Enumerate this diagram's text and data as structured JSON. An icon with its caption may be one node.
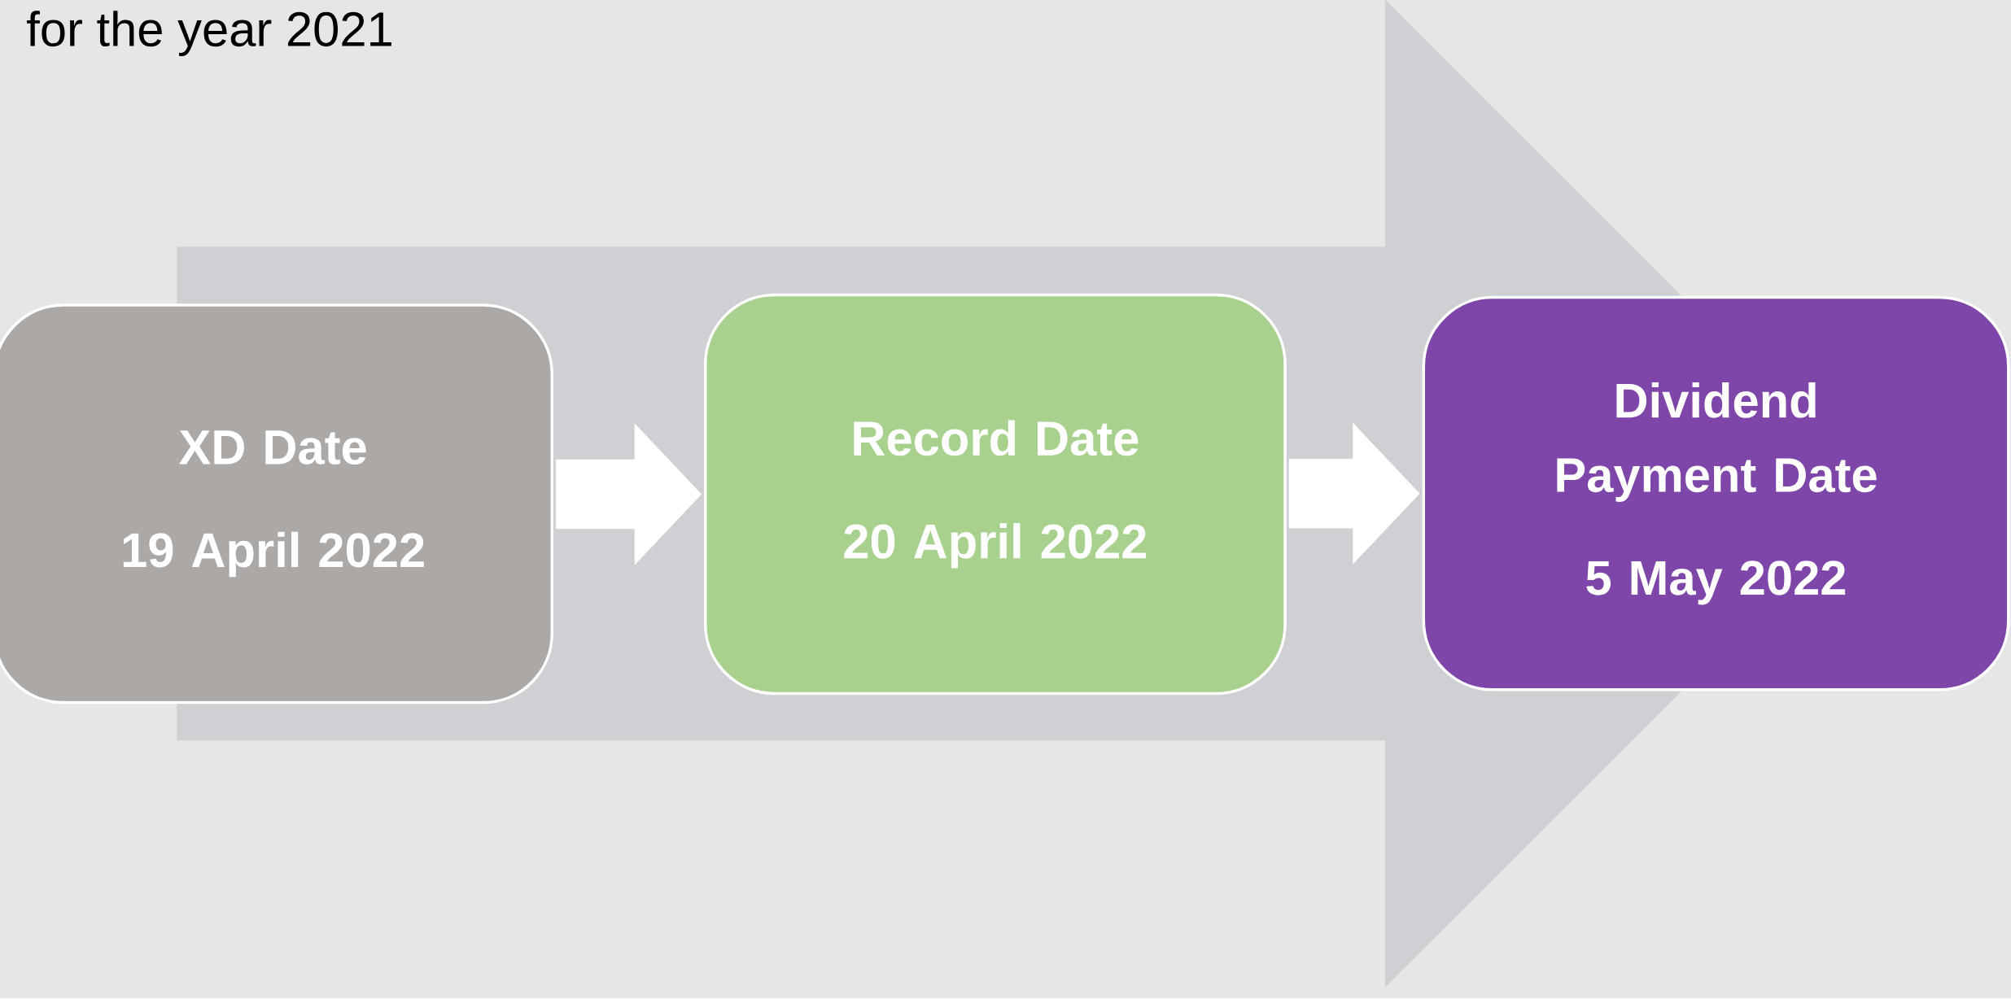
{
  "diagram": {
    "title": "for the year 2021",
    "nodes": [
      {
        "text": [
          "XD Date",
          "19 April 2022"
        ]
      },
      {
        "text": [
          "Record Date",
          "20 April 2022"
        ]
      },
      {
        "text": [
          "Dividend Payment Date",
          "5 May 2022"
        ]
      }
    ],
    "edges": [
      {
        "from": 0,
        "to": 1,
        "arrow": "to"
      },
      {
        "from": 1,
        "to": 2,
        "arrow": "to"
      },
      {
        "from": 0,
        "to": 2,
        "arrow": "to",
        "style": "thick",
        "color": "#cfd0d3"
      }
    ]
  }
}
